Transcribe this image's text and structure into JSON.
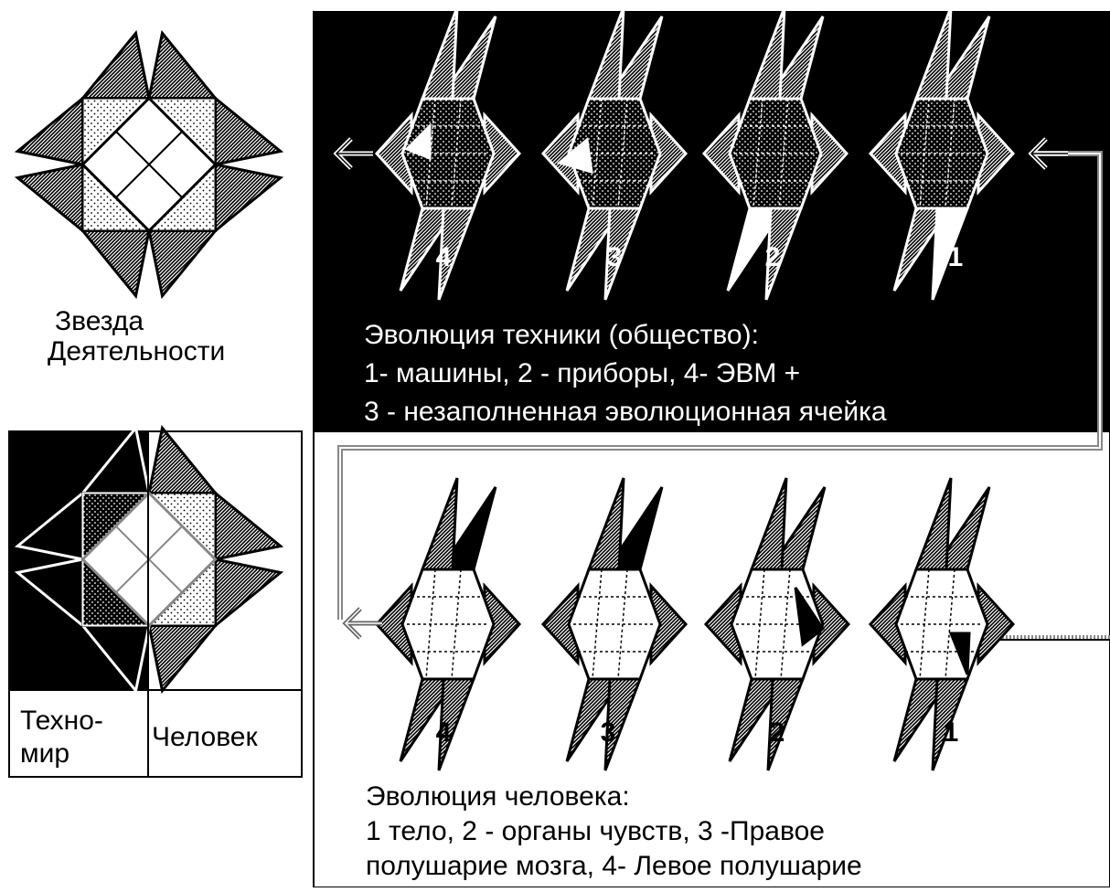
{
  "colors": {
    "ink": "#000000",
    "paper": "#ffffff",
    "hatch": "#7a7a7a"
  },
  "star_title": [
    "Звезда",
    "Деятельности"
  ],
  "split_box": {
    "left_label": [
      "Техно-",
      "мир"
    ],
    "right_label": "Человек"
  },
  "technique_panel": {
    "stages": [
      "4",
      "3",
      "2",
      "1"
    ],
    "caption": [
      "Эволюция техники (общество):",
      "1- машины,  2 - приборы, 4- ЭВМ +",
      "3 - незаполненная эволюционная ячейка"
    ]
  },
  "human_panel": {
    "stages": [
      "4",
      "3",
      "2",
      "1"
    ],
    "caption": [
      "Эволюция человека:",
      "1 тело, 2 - органы чувств, 3 -Правое",
      "полушарие мозга, 4- Левое полушарие"
    ]
  },
  "icons": [
    "arrow-left-icon",
    "star-of-activity-icon"
  ]
}
